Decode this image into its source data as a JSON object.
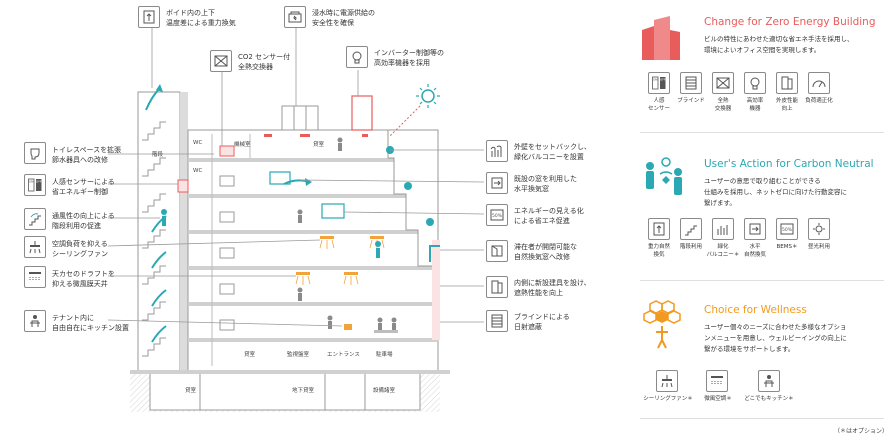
{
  "callouts_top": {
    "void": [
      "ボイド内の上下",
      "温度差による重力換気"
    ],
    "power": [
      "浸水時に電源供給の",
      "安全性を確保"
    ],
    "co2": [
      "CO2 センサー付",
      "全熱交換器"
    ],
    "inverter": [
      "インバーター制御等の",
      "高効率機器を採用"
    ]
  },
  "callouts_left": [
    [
      "トイレスペースを拡張",
      "節水器具への改修"
    ],
    [
      "人感センサーによる",
      "省エネルギー制御"
    ],
    [
      "通風性の向上による",
      "階段利用の促進"
    ],
    [
      "空調負荷を抑える",
      "シーリングファン"
    ],
    [
      "天カセのドラフトを",
      "抑える微風膜天井"
    ],
    [
      "テナント内に",
      "自由自在にキッチン設置"
    ]
  ],
  "callouts_right": [
    [
      "外壁をセットバックし、",
      "緑化バルコニーを設置"
    ],
    [
      "既設の窓を利用した",
      "水平換気窓"
    ],
    [
      "エネルギーの見える化",
      "による省エネ促進"
    ],
    [
      "滞在者が開閉可能な",
      "自然換気窓へ改修"
    ],
    [
      "内側に新設建具を設け、",
      "遮熱性能を向上"
    ],
    [
      "ブラインドによる",
      "日射遮蔽"
    ]
  ],
  "rooms": {
    "stairs": "階段",
    "wc1": "WC",
    "wc2": "WC",
    "machine": "機械室",
    "room1": "貸室",
    "room_b1": "貸室",
    "monitor": "監視盤室",
    "entrance": "エントランス",
    "parking": "駐車場",
    "room_b2": "貸室",
    "basement_room": "地下貸室",
    "equipment": "設備諸室"
  },
  "icon_texts": {
    "onoff_on": "ON",
    "onoff_off": "OFF",
    "fifty": "50%"
  },
  "sections": {
    "zero": {
      "title": "Change for Zero Energy Building",
      "body": [
        "ビルの特性にあわせた適切な省エネ手法を採用し、",
        "環境によいオフィス空間を実現します。"
      ],
      "chips": [
        [
          "人感",
          "センサー"
        ],
        [
          "ブラインド"
        ],
        [
          "全熱",
          "交換器"
        ],
        [
          "高効率",
          "機器"
        ],
        [
          "外皮性能",
          "向上"
        ],
        [
          "負荷適正化"
        ]
      ]
    },
    "user": {
      "title": "User's Action for Carbon Neutral",
      "body": [
        "ユーザーの意思で取り組むことができる",
        "仕組みを採用し、ネットゼロに向けた行動変容に",
        "繋げます。"
      ],
      "chips": [
        [
          "重力自然",
          "換気"
        ],
        [
          "階段利用"
        ],
        [
          "緑化",
          "バルコニー＊"
        ],
        [
          "水平",
          "自然換気"
        ],
        [
          "BEMS＊"
        ],
        [
          "昼光利用"
        ]
      ]
    },
    "wellness": {
      "title": "Choice for Wellness",
      "body": [
        "ユーザー個々のニーズに合わせた多様なオプショ",
        "ンメニューを用意し、ウェルビーイングの向上に",
        "繋がる環境をサポートします。"
      ],
      "chips": [
        [
          "シーリングファン＊"
        ],
        [
          "微風空調＊"
        ],
        [
          "どこでもキッチン＊"
        ]
      ]
    }
  },
  "footnote": "（＊はオプション）",
  "colors": {
    "zero_accent": "#e85c5c",
    "user_accent": "#2aa8b3",
    "wellness_accent": "#f29a1f",
    "building_line": "#9a9a9a",
    "building_fill": "#ececec"
  }
}
